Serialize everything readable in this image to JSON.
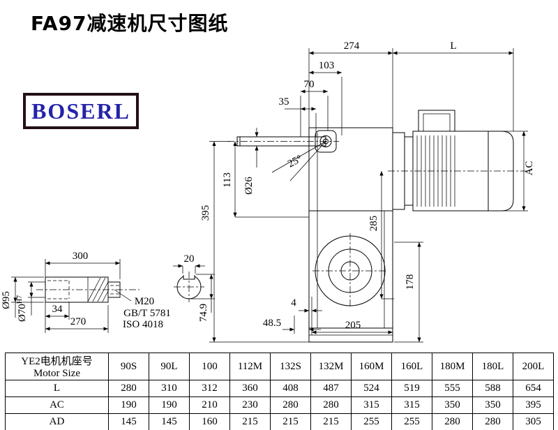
{
  "page": {
    "title": "FA97减速机尺寸图纸"
  },
  "logo": {
    "text": "BOSERL",
    "text_color": "#2323a8",
    "border_color": "#241016"
  },
  "drawing": {
    "dims": {
      "d274": "274",
      "dL": "L",
      "d103": "103",
      "d70": "70",
      "d35": "35",
      "a25": "25°",
      "d395": "395",
      "d113": "113",
      "dia26": "Ø26",
      "d285": "285",
      "dAC": "AC",
      "d178": "178",
      "d4": "4",
      "d48_5": "48.5",
      "d205": "205",
      "d300": "300",
      "dia95": "Ø95",
      "dia70": "Ø70",
      "h7": "H7",
      "d34": "34",
      "d270": "270",
      "m20": "M20",
      "gbt5781": "GB/T 5781",
      "iso4018": "ISO 4018",
      "d20": "20",
      "d74_9": "74.9"
    }
  },
  "table": {
    "motor_size_cn": "YE2电机机座号",
    "motor_size_en": "Motor Size",
    "sizes": [
      "90S",
      "90L",
      "100",
      "112M",
      "132S",
      "132M",
      "160M",
      "160L",
      "180M",
      "180L",
      "200L"
    ],
    "rows": [
      {
        "label": "L",
        "values": [
          "280",
          "310",
          "312",
          "360",
          "408",
          "487",
          "524",
          "519",
          "555",
          "588",
          "654"
        ]
      },
      {
        "label": "AC",
        "values": [
          "190",
          "190",
          "210",
          "230",
          "280",
          "280",
          "315",
          "315",
          "350",
          "350",
          "395"
        ]
      },
      {
        "label": "AD",
        "values": [
          "145",
          "145",
          "160",
          "215",
          "215",
          "215",
          "255",
          "255",
          "280",
          "280",
          "305"
        ]
      }
    ]
  }
}
